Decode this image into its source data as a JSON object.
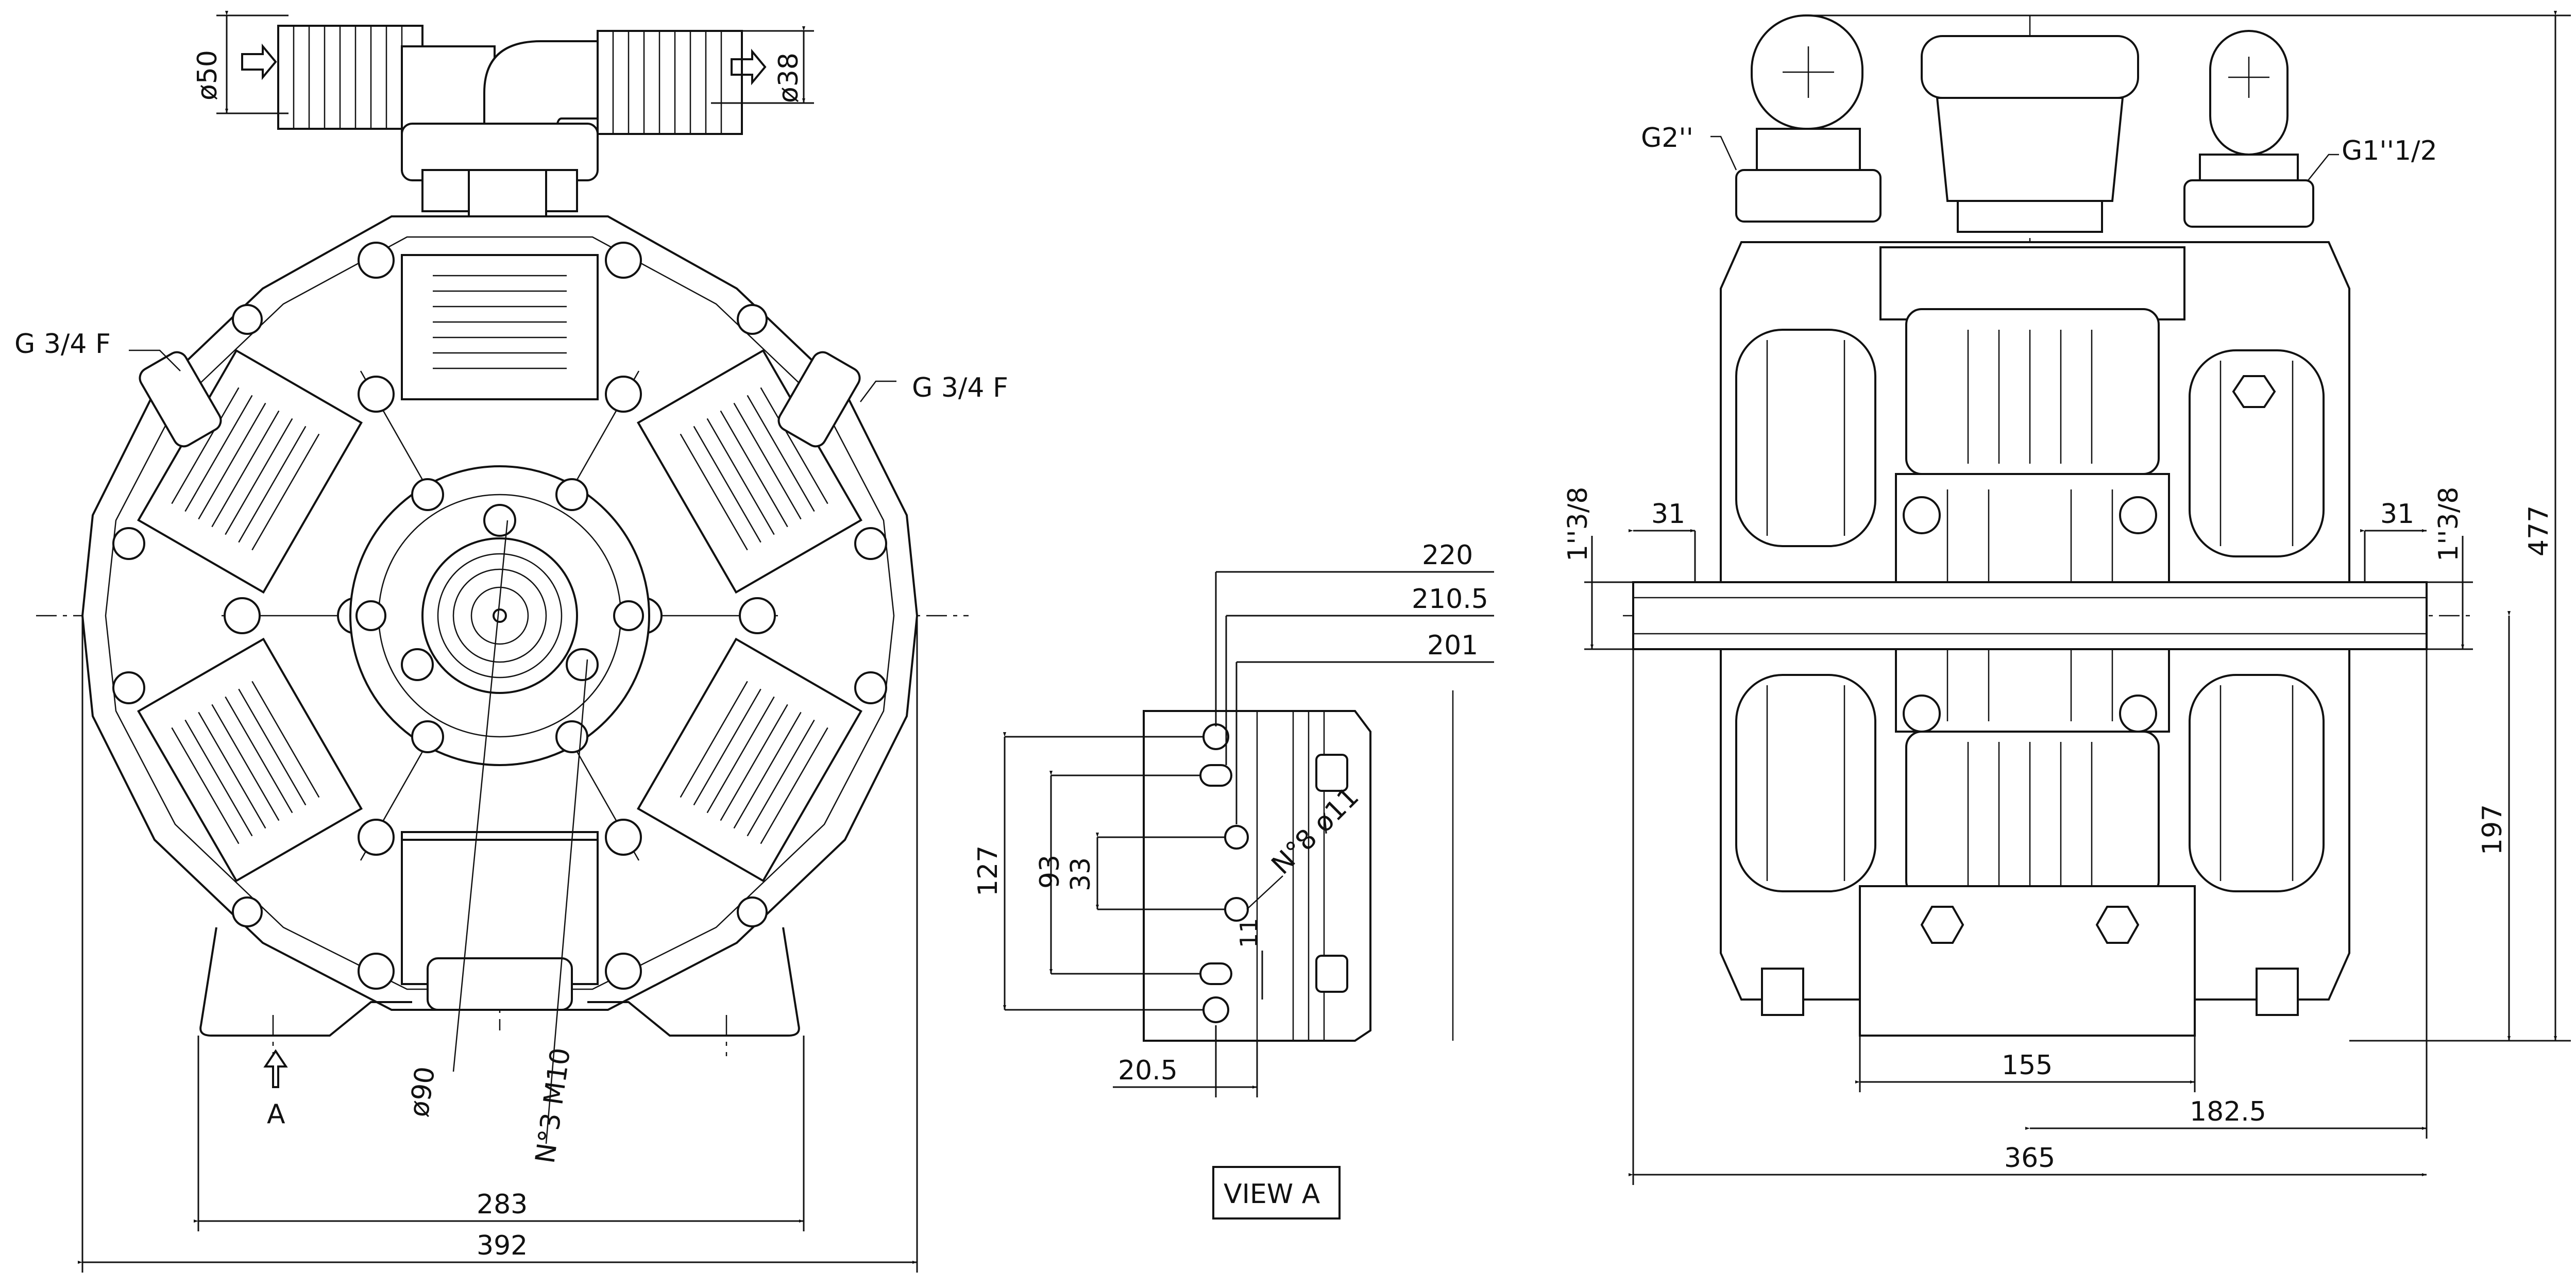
{
  "front_view": {
    "inlet_diameter": "ø50",
    "outlet_diameter": "ø38",
    "port_left": "G 3/4 F",
    "port_right": "G 3/4 F",
    "view_arrow_label": "A",
    "hub_diameter": "ø90",
    "hub_bolts": "N°3 M10",
    "dim_inner_width": "283",
    "dim_overall_width": "392"
  },
  "view_a": {
    "title": "VIEW A",
    "dim_220": "220",
    "dim_210_5": "210.5",
    "dim_201": "201",
    "dim_127": "127",
    "dim_93": "93",
    "dim_33": "33",
    "dim_11": "11",
    "holes": "N°8 ø11",
    "dim_20_5": "20.5"
  },
  "side_view": {
    "port_left": "G2''",
    "port_right": "G1''1/2",
    "shaft_left": "1''3/8",
    "shaft_right": "1''3/8",
    "dim_31_left": "31",
    "dim_31_right": "31",
    "dim_height": "477",
    "dim_axis_height": "197",
    "dim_base": "155",
    "dim_half": "182.5",
    "dim_overall": "365"
  }
}
